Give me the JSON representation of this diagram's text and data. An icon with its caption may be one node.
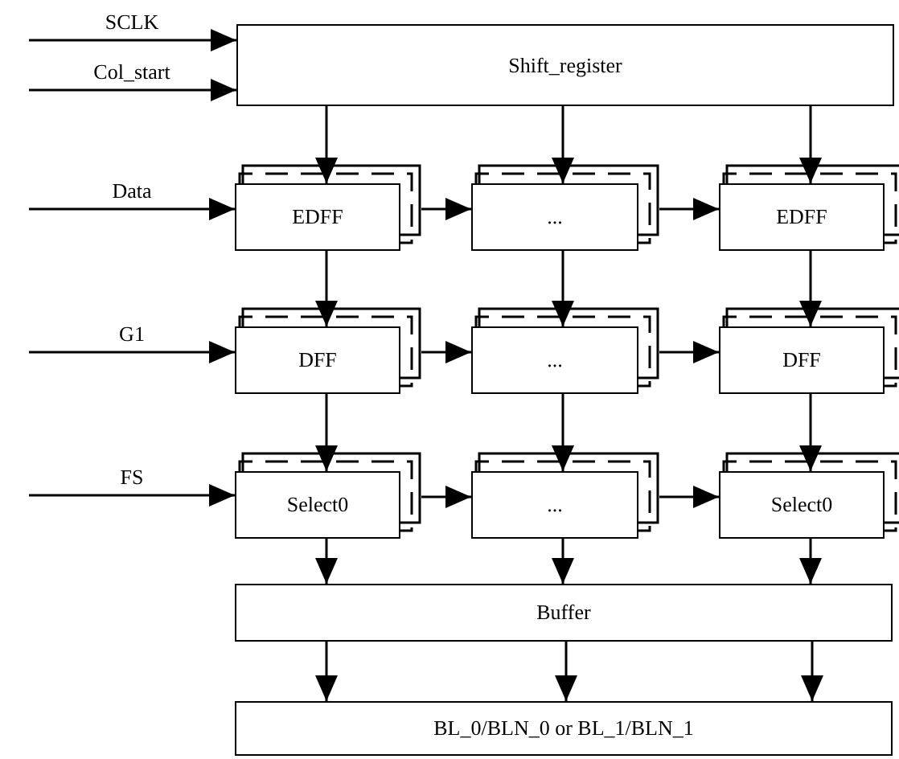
{
  "diagram": {
    "nodes": [
      {
        "text": [
          "Shift_register"
        ]
      },
      {
        "text": [
          "EDFF"
        ]
      },
      {
        "text": [
          "..."
        ]
      },
      {
        "text": [
          "EDFF"
        ]
      },
      {
        "text": [
          "DFF"
        ]
      },
      {
        "text": [
          "..."
        ]
      },
      {
        "text": [
          "DFF"
        ]
      },
      {
        "text": [
          "Select0"
        ]
      },
      {
        "text": [
          "..."
        ]
      },
      {
        "text": [
          "Select0"
        ]
      },
      {
        "text": [
          "Buffer"
        ]
      },
      {
        "text": [
          "BL_0/BLN_0 or BL_1/BLN_1"
        ]
      }
    ],
    "edges": [
      {
        "from": null,
        "to": 0,
        "arrow": "to",
        "label": "SCLK"
      },
      {
        "from": null,
        "to": 0,
        "arrow": "to",
        "label": "Col_start"
      },
      {
        "from": 0,
        "to": 1,
        "arrow": "to"
      },
      {
        "from": 0,
        "to": 2,
        "arrow": "to"
      },
      {
        "from": 0,
        "to": 3,
        "arrow": "to"
      },
      {
        "from": null,
        "to": 1,
        "arrow": "to",
        "label": "Data"
      },
      {
        "from": 1,
        "to": 2,
        "arrow": "to"
      },
      {
        "from": 2,
        "to": 3,
        "arrow": "to"
      },
      {
        "from": 1,
        "to": 4,
        "arrow": "to"
      },
      {
        "from": 2,
        "to": 5,
        "arrow": "to"
      },
      {
        "from": 3,
        "to": 6,
        "arrow": "to"
      },
      {
        "from": null,
        "to": 4,
        "arrow": "to",
        "label": "G1"
      },
      {
        "from": 4,
        "to": 5,
        "arrow": "to"
      },
      {
        "from": 5,
        "to": 6,
        "arrow": "to"
      },
      {
        "from": 4,
        "to": 7,
        "arrow": "to"
      },
      {
        "from": 5,
        "to": 8,
        "arrow": "to"
      },
      {
        "from": 6,
        "to": 9,
        "arrow": "to"
      },
      {
        "from": null,
        "to": 7,
        "arrow": "to",
        "label": "FS"
      },
      {
        "from": 7,
        "to": 8,
        "arrow": "to"
      },
      {
        "from": 8,
        "to": 9,
        "arrow": "to"
      },
      {
        "from": 7,
        "to": 10,
        "arrow": "to"
      },
      {
        "from": 8,
        "to": 10,
        "arrow": "to"
      },
      {
        "from": 9,
        "to": 10,
        "arrow": "to"
      },
      {
        "from": 10,
        "to": 11,
        "arrow": "to"
      },
      {
        "from": 10,
        "to": 11,
        "arrow": "to"
      },
      {
        "from": 10,
        "to": 11,
        "arrow": "to"
      }
    ]
  }
}
